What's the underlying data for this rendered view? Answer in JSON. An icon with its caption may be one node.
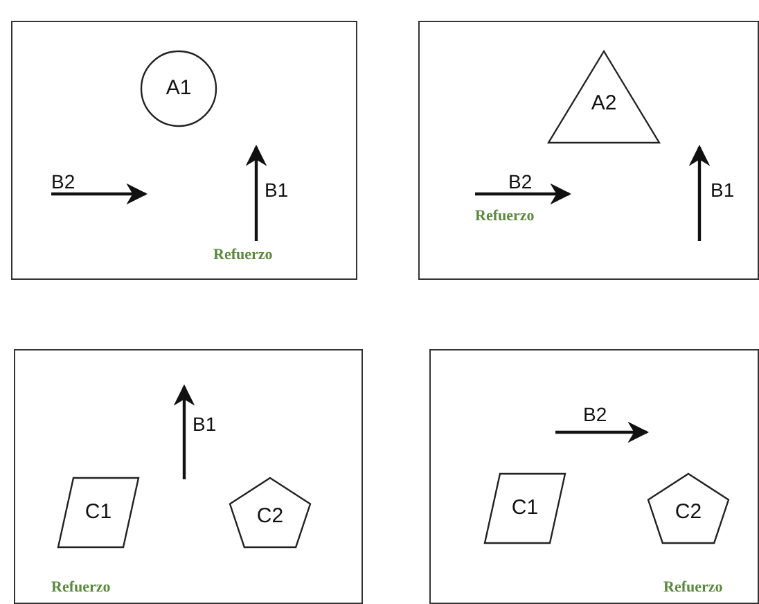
{
  "diagram": {
    "nodes": [
      {
        "text": [],
        "shape": "box"
      },
      {
        "text": [
          "A1"
        ],
        "in": 0
      },
      {
        "text": [],
        "shape": "box"
      },
      {
        "text": [
          "A2"
        ],
        "in": 2
      },
      {
        "text": [],
        "shape": "box"
      },
      {
        "text": [
          "C1"
        ],
        "in": 4
      },
      {
        "text": [
          "C2"
        ],
        "in": 4
      },
      {
        "text": [],
        "shape": "box"
      },
      {
        "text": [
          "C1"
        ],
        "in": 7
      },
      {
        "text": [
          "C2"
        ],
        "in": 7
      }
    ],
    "edges": [],
    "labels": [
      "B2",
      "B1",
      "Refuerzo",
      "B2",
      "B1",
      "Refuerzo",
      "B1",
      "Refuerzo",
      "B2",
      "Refuerzo"
    ]
  }
}
